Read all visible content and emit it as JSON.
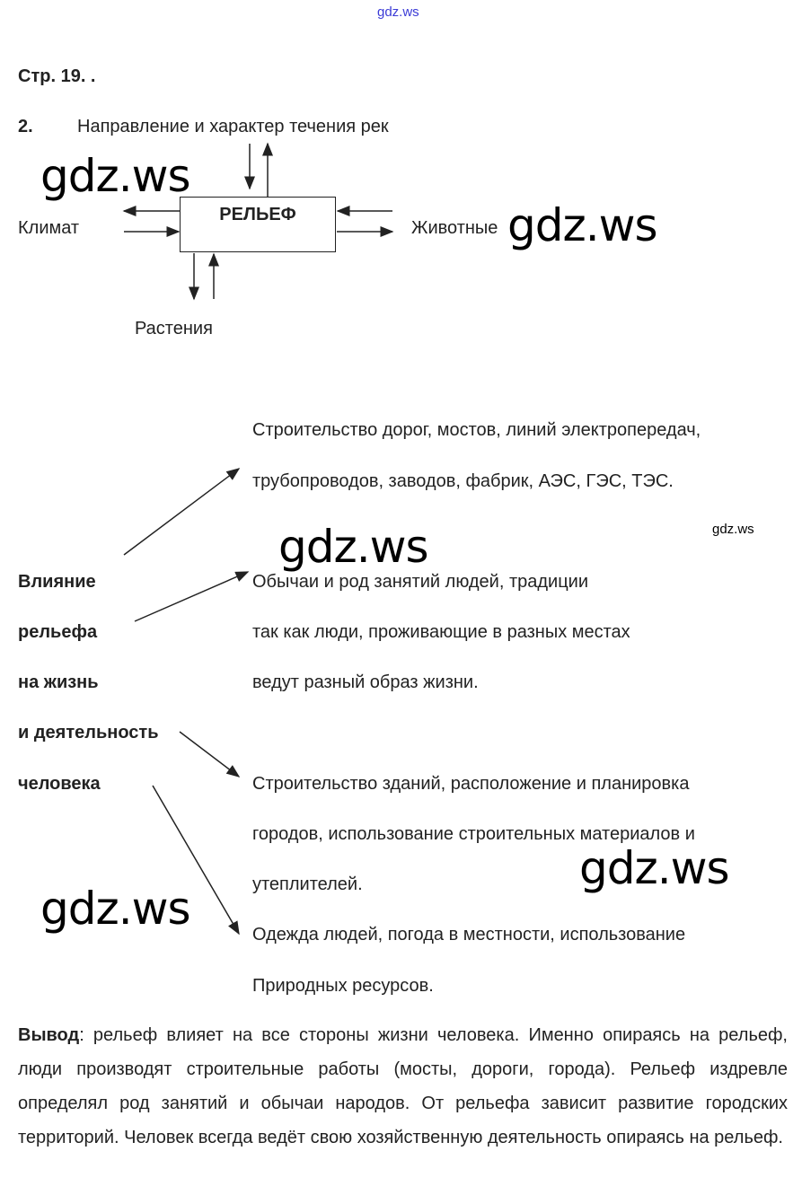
{
  "watermark": "gdz.ws",
  "header": {
    "page": "Стр. 19. .",
    "task_number": "2."
  },
  "diagram": {
    "center": "РЕЛЬЕФ",
    "top": "Направление и характер течения рек",
    "left": "Климат",
    "right": "Животные",
    "bottom": "Растения"
  },
  "influence": {
    "title_lines": [
      "Влияние",
      "рельефа",
      "на жизнь",
      "и деятельность",
      "человека"
    ],
    "items": [
      [
        "Строительство дорог, мостов, линий электропередач,",
        "трубопроводов, заводов, фабрик, АЭС, ГЭС, ТЭС."
      ],
      [
        "Обычаи и род занятий людей, традиции",
        "так как люди, проживающие в разных местах",
        "ведут разный образ жизни."
      ],
      [
        "Строительство зданий, расположение и планировка",
        "городов, использование строительных материалов и",
        "утеплителей."
      ],
      [
        "Одежда людей, погода в местности, использование",
        "Природных ресурсов."
      ]
    ]
  },
  "conclusion": {
    "label": "Вывод",
    "text": ": рельеф влияет на все стороны жизни человека. Именно опираясь на рельеф, люди производят строительные работы (мосты, дороги, города). Рельеф издревле определял род занятий и обычаи народов. От рельефа зависит развитие городских территорий. Человек всегда ведёт свою хозяйственную деятельность опираясь на рельеф."
  }
}
